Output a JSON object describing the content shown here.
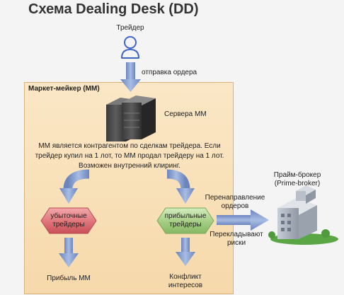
{
  "title": "Схема Dealing Desk (DD)",
  "trader": {
    "label": "Трейдер"
  },
  "order_send_label": "отправка ордера",
  "market_maker": {
    "title": "Маркет-мейкер (ММ)",
    "servers_label": "Сервера ММ",
    "description": "ММ является контрагентом по сделкам трейдера. Если трейдер купил на 1 лот, то ММ продал трейдеру на 1 лот. Возможен внутренний клиринг."
  },
  "losing_traders": {
    "line1": "убыточные",
    "line2": "трейдеры"
  },
  "profitable_traders": {
    "line1": "прибыльные",
    "line2": "трейдеры"
  },
  "profit_mm_label": "Прибыль ММ",
  "conflict": {
    "line1": "Конфликт",
    "line2": "интересов"
  },
  "redirect": {
    "line1": "Перенаправление",
    "line2": "ордеров"
  },
  "shift_risk": {
    "line1": "Перекладывают",
    "line2": "риски"
  },
  "prime_broker": {
    "line1": "Прайм-брокер",
    "line2": "(Prime-broker)"
  },
  "colors": {
    "arrow_blue": "#8fa8d6",
    "arrow_blue_dark": "#6b84bd",
    "mm_background": "#f8dfb5",
    "losing_red": "#e07a80",
    "profit_green": "#a6cf86"
  }
}
